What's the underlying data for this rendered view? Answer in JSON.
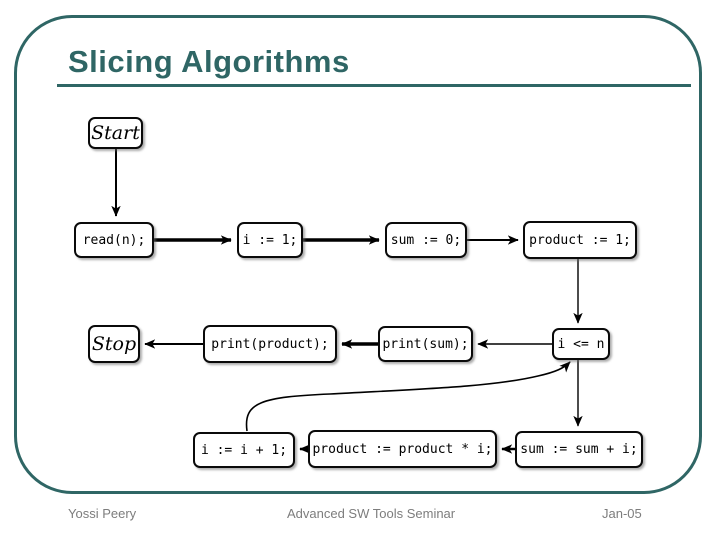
{
  "slide": {
    "title": "Slicing Algorithms",
    "footer": {
      "author": "Yossi Peery",
      "center": "Advanced SW Tools Seminar",
      "date": "Jan-05"
    },
    "colors": {
      "accent": "#2f6665",
      "footer_text": "#7d7d7d",
      "node_border": "#0a0a0a",
      "node_fill": "#ffffff",
      "edge": "#000000"
    }
  },
  "diagram": {
    "type": "flowchart",
    "nodes": [
      {
        "id": "start",
        "label": "Start",
        "shape": "terminal"
      },
      {
        "id": "read",
        "label": "read(n);",
        "shape": "process"
      },
      {
        "id": "init_i",
        "label": "i := 1;",
        "shape": "process"
      },
      {
        "id": "init_sum",
        "label": "sum := 0;",
        "shape": "process"
      },
      {
        "id": "init_product",
        "label": "product := 1;",
        "shape": "process"
      },
      {
        "id": "cond",
        "label": "i <= n",
        "shape": "decision"
      },
      {
        "id": "print_sum",
        "label": "print(sum);",
        "shape": "process"
      },
      {
        "id": "print_product",
        "label": "print(product);",
        "shape": "process"
      },
      {
        "id": "stop",
        "label": "Stop",
        "shape": "terminal"
      },
      {
        "id": "add_sum",
        "label": "sum := sum + i;",
        "shape": "process"
      },
      {
        "id": "mul_product",
        "label": "product := product * i;",
        "shape": "process"
      },
      {
        "id": "inc_i",
        "label": "i := i + 1;",
        "shape": "process"
      }
    ],
    "edges": [
      {
        "from": "start",
        "to": "read"
      },
      {
        "from": "read",
        "to": "init_i"
      },
      {
        "from": "init_i",
        "to": "init_sum"
      },
      {
        "from": "init_sum",
        "to": "init_product"
      },
      {
        "from": "init_product",
        "to": "cond"
      },
      {
        "from": "cond",
        "to": "print_sum"
      },
      {
        "from": "print_sum",
        "to": "print_product"
      },
      {
        "from": "print_product",
        "to": "stop"
      },
      {
        "from": "cond",
        "to": "add_sum"
      },
      {
        "from": "add_sum",
        "to": "mul_product"
      },
      {
        "from": "mul_product",
        "to": "inc_i"
      },
      {
        "from": "inc_i",
        "to": "cond"
      }
    ]
  }
}
